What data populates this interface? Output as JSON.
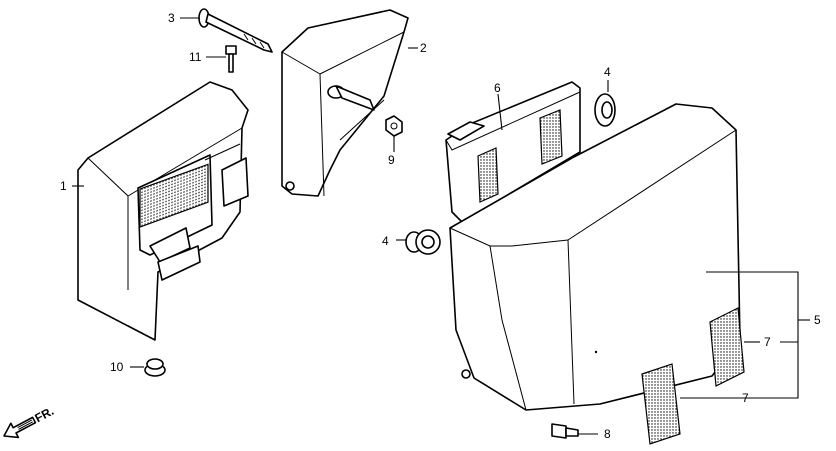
{
  "callouts": {
    "c1": "1",
    "c2": "2",
    "c3": "3",
    "c4a": "4",
    "c4b": "4",
    "c5": "5",
    "c6": "6",
    "c7a": "7",
    "c7b": "7",
    "c8": "8",
    "c9": "9",
    "c10": "10",
    "c11": "11"
  },
  "direction_label": "FR."
}
